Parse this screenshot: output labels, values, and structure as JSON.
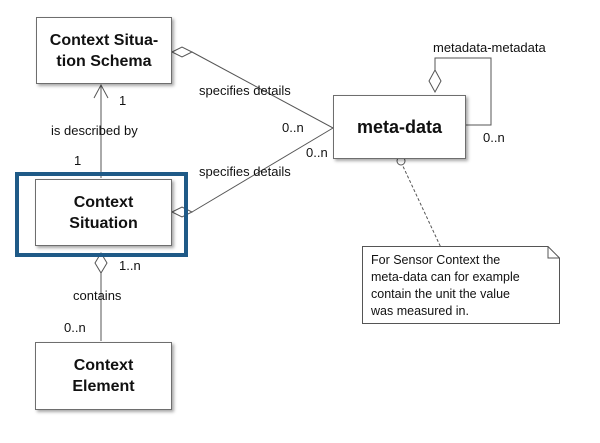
{
  "boxes": {
    "schema": "Context Situa-\ntion Schema",
    "situation": "Context\nSituation",
    "element": "Context\nElement",
    "metadata": "meta-data"
  },
  "labels": {
    "specifies_details_top": "specifies details",
    "specifies_details_bottom": "specifies details",
    "is_described_by": "is described by",
    "contains": "contains",
    "metadata_metadata": "metadata-metadata",
    "mult_schema_1": "1",
    "mult_situation_1": "1",
    "mult_situation_1n": "1..n",
    "mult_element_0n": "0..n",
    "mult_meta_top_0n": "0..n",
    "mult_meta_bottom_0n": "0..n",
    "mult_self_0n": "0..n"
  },
  "note": {
    "text": "For Sensor Context the\nmeta-data can for example\ncontain the unit the value\nwas measured in."
  },
  "colors": {
    "highlight": "#1f5a87",
    "line": "#555555"
  }
}
